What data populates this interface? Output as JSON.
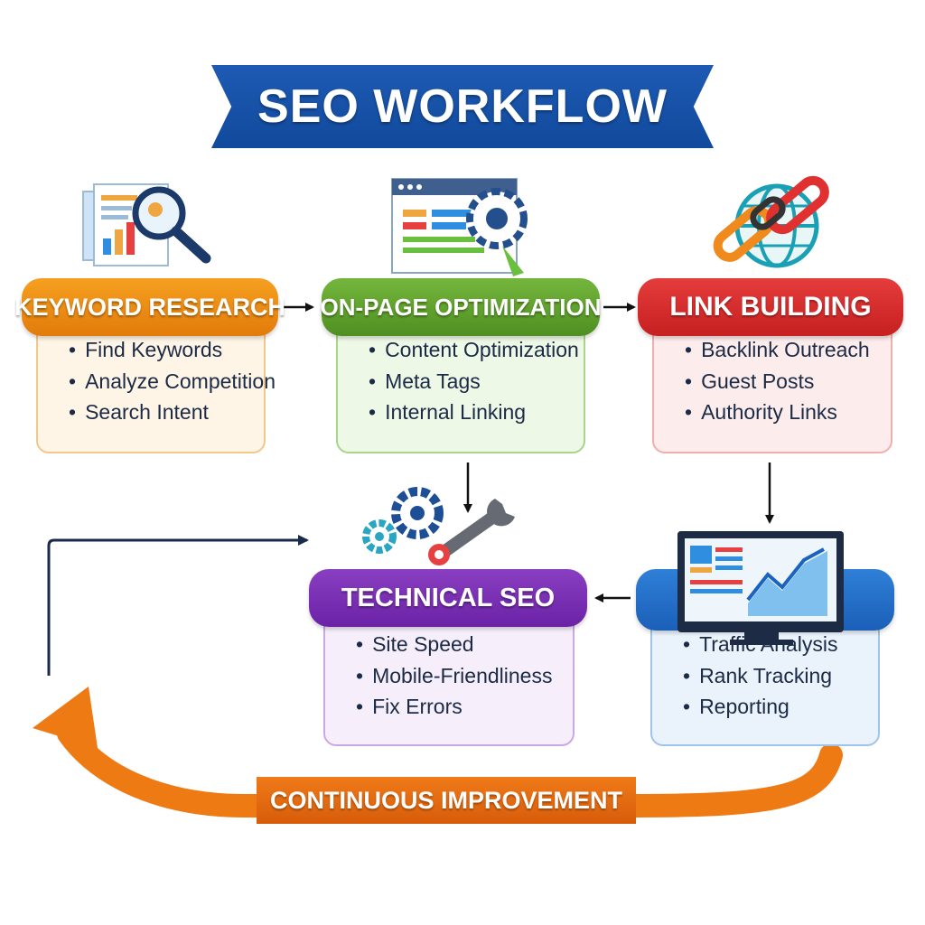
{
  "title": "SEO WORKFLOW",
  "stages": {
    "keyword_research": {
      "heading": "KEYWORD RESEARCH",
      "items": [
        "Find Keywords",
        "Analyze Competition",
        "Search Intent"
      ],
      "icon": "magnifier-report-icon",
      "color": "#e8850f"
    },
    "on_page": {
      "heading": "ON-PAGE OPTIMIZATION",
      "items": [
        "Content Optimization",
        "Meta Tags",
        "Internal Linking"
      ],
      "icon": "webpage-gear-icon",
      "color": "#5e9e2c"
    },
    "link_building": {
      "heading": "LINK BUILDING",
      "items": [
        "Backlink Outreach",
        "Guest Posts",
        "Authority Links"
      ],
      "icon": "globe-chain-icon",
      "color": "#d42b2b"
    },
    "technical_seo": {
      "heading": "TECHNICAL SEO",
      "items": [
        "Site Speed",
        "Mobile-Friendliness",
        "Fix Errors"
      ],
      "icon": "gears-wrench-icon",
      "color": "#7a30b4"
    },
    "analytics": {
      "items": [
        "Traffic Analysis",
        "Rank Tracking",
        "Reporting"
      ],
      "icon": "monitor-chart-icon",
      "color": "#2470c8"
    }
  },
  "loop_label": "CONTINUOUS IMPROVEMENT",
  "colors": {
    "title_ribbon": "#1a55aa",
    "loop_arrow": "#ee7a14",
    "connector": "#111111"
  }
}
